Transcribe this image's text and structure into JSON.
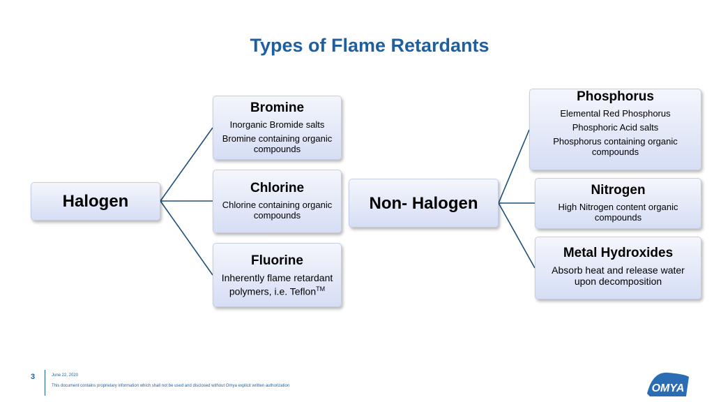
{
  "title": "Types of Flame Retardants",
  "halogen": {
    "label": "Halogen",
    "children": {
      "bromine": {
        "head": "Bromine",
        "lines": [
          "Inorganic Bromide salts",
          "Bromine containing organic",
          "compounds"
        ]
      },
      "chlorine": {
        "head": "Chlorine",
        "lines": [
          "Chlorine containing organic",
          "compounds"
        ]
      },
      "fluorine": {
        "head": "Fluorine",
        "line1": "Inherently flame retardant",
        "line2": "polymers, i.e. Teflon",
        "sup": "TM"
      }
    }
  },
  "nonhalogen": {
    "label": "Non- Halogen",
    "children": {
      "phosphorus": {
        "head": "Phosphorus",
        "lines": [
          "Elemental Red Phosphorus",
          "Phosphoric Acid salts",
          "Phosphorus containing organic",
          "compounds"
        ]
      },
      "nitrogen": {
        "head": "Nitrogen",
        "lines": [
          "High Nitrogen content organic",
          "compounds"
        ]
      },
      "metal": {
        "head": "Metal Hydroxides",
        "lines": [
          "Absorb heat and release water",
          "upon decomposition"
        ]
      }
    }
  },
  "footer": {
    "page_number": "3",
    "date": "June 22, 2020",
    "note": "This document contains proprietary information which shall not be used and disclosed without Omya explicit written authorization",
    "logo_text": "OMYA"
  },
  "colors": {
    "title": "#1f5f9e",
    "connector": "#1f4e79",
    "box_top": "#f4f6fc",
    "box_bottom": "#d6def5",
    "logo": "#2a6db5"
  }
}
